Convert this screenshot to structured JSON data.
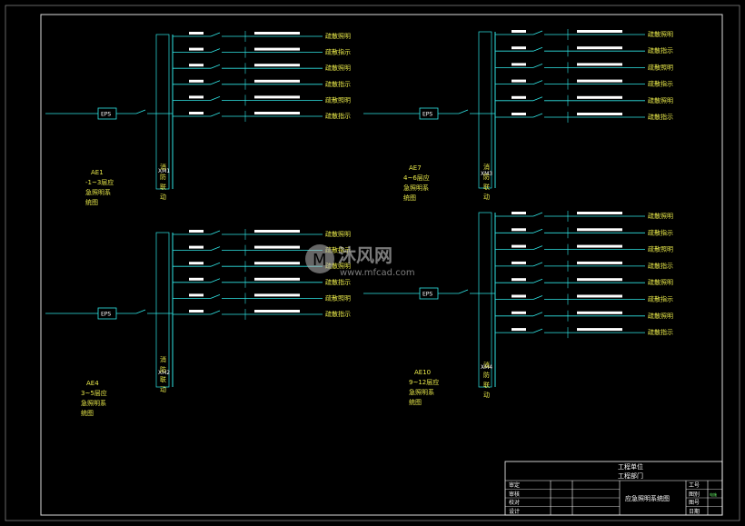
{
  "watermark": {
    "brand": "沐风网",
    "url": "www.mfcad.com"
  },
  "panels": [
    {
      "id": "p1",
      "box": "EPS",
      "cabinet": "XM1",
      "group_code": "AE1",
      "caption_lines": [
        "-1~3层应",
        "急照明系",
        "统图"
      ],
      "branches": [
        "疏散照明",
        "疏散指示",
        "疏散照明",
        "疏散指示",
        "疏散照明",
        "疏散指示"
      ],
      "fire_label": [
        "消",
        "防",
        "联",
        "动"
      ]
    },
    {
      "id": "p2",
      "box": "EPS",
      "cabinet": "XM3",
      "group_code": "AE7",
      "caption_lines": [
        "4~6层应",
        "急照明系",
        "统图"
      ],
      "branches": [
        "疏散照明",
        "疏散指示",
        "疏散照明",
        "疏散指示",
        "疏散照明",
        "疏散指示"
      ],
      "fire_label": [
        "消",
        "防",
        "联",
        "动"
      ]
    },
    {
      "id": "p3",
      "box": "EPS",
      "cabinet": "XM2",
      "group_code": "AE4",
      "caption_lines": [
        "3~5层应",
        "急照明系",
        "统图"
      ],
      "branches": [
        "疏散照明",
        "疏散指示",
        "疏散照明",
        "疏散指示",
        "疏散照明",
        "疏散指示"
      ],
      "fire_label": [
        "消",
        "防",
        "联",
        "动"
      ]
    },
    {
      "id": "p4",
      "box": "EPS",
      "cabinet": "XM4",
      "group_code": "AE10",
      "caption_lines": [
        "9~12层应",
        "急照明系",
        "统图"
      ],
      "branches": [
        "疏散照明",
        "疏散指示",
        "疏散照明",
        "疏散指示",
        "疏散照明",
        "疏散指示",
        "疏散照明",
        "疏散指示"
      ],
      "fire_label": [
        "消",
        "防",
        "联",
        "动"
      ]
    }
  ],
  "title_block": {
    "company": "工程单位",
    "dept": "工程部门",
    "drawing_name": "应急照明系统图",
    "row_labels": [
      "审定",
      "审核",
      "校对",
      "设计"
    ],
    "right_labels": [
      "工号",
      "图别",
      "图号",
      "日期"
    ],
    "sheet": "电施"
  },
  "colors": {
    "bg": "#000000",
    "line": "#30e6e6",
    "text": "#ffffff",
    "accent": "#e8e84a"
  }
}
